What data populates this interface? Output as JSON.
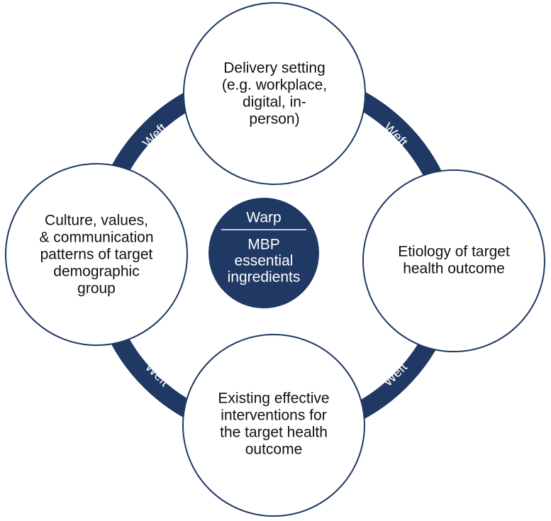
{
  "colors": {
    "ring": "#1f3864",
    "center_fill": "#1f3864",
    "node_fill": "#ffffff",
    "node_stroke": "#1f3864"
  },
  "center": {
    "warp_label": "Warp",
    "ingredients_lines": [
      "MBP",
      "essential",
      "ingredients"
    ]
  },
  "nodes": {
    "top": {
      "lines": [
        "Delivery setting",
        "(e.g. workplace,",
        "digital, in-",
        "person)"
      ]
    },
    "left": {
      "lines": [
        "Culture, values,",
        "& communication",
        "patterns of target",
        "demographic",
        "group"
      ]
    },
    "right": {
      "lines": [
        "Etiology of target",
        "health outcome"
      ]
    },
    "bottom": {
      "lines": [
        "Existing effective",
        "interventions for",
        "the target health",
        "outcome"
      ]
    }
  },
  "weft_labels": {
    "top_left": "Weft",
    "top_right": "Weft",
    "bottom_left": "Weft",
    "bottom_right": "Weft"
  }
}
